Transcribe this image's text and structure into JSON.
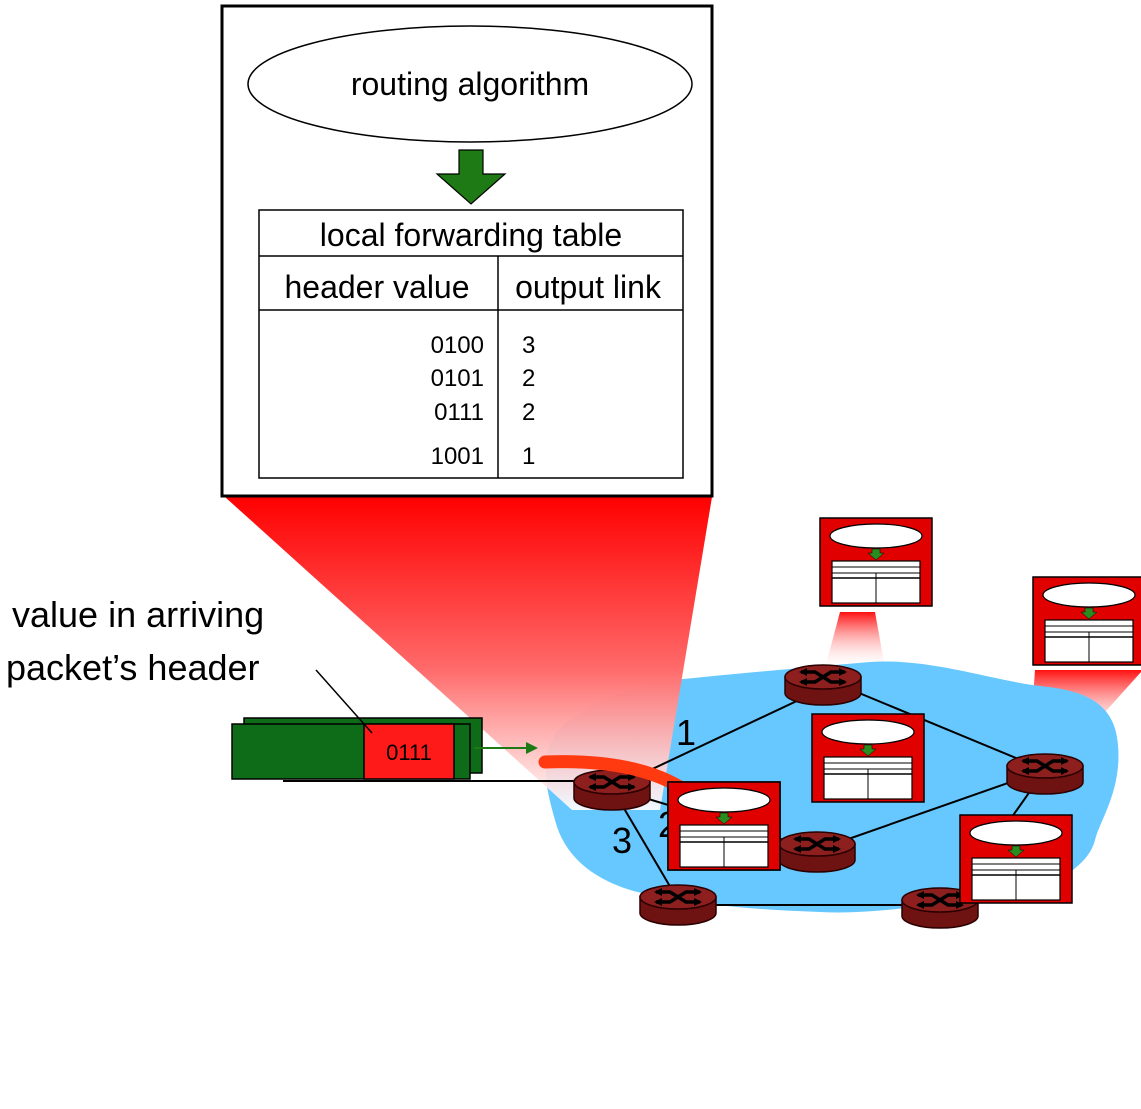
{
  "main_box": {
    "algorithm_label": "routing algorithm",
    "table": {
      "title": "local forwarding table",
      "columns": [
        "header value",
        "output link"
      ],
      "rows": [
        {
          "header": "0100",
          "link": "3"
        },
        {
          "header": "0101",
          "link": "2"
        },
        {
          "header": "0111",
          "link": "2"
        },
        {
          "header": "1001",
          "link": "1"
        }
      ]
    }
  },
  "annotation": {
    "line1": "value in arriving",
    "line2": "packet’s header"
  },
  "packet": {
    "header_value": "0111"
  },
  "link_labels": {
    "link1": "1",
    "link2": "2",
    "link3": "3"
  },
  "colors": {
    "cloud": "#66c8ff",
    "router_top": "#8e1f1f",
    "router_side": "#6e1212",
    "table_box": "#e00000",
    "packet_body": "#0e6b18",
    "packet_header": "#ff1a1a",
    "arrow_green": "#1e7a14",
    "path_arrow": "#ff3a10"
  },
  "icons": [
    "router-icon",
    "down-arrow-icon",
    "packet-icon",
    "forwarding-path-arrow-icon"
  ]
}
